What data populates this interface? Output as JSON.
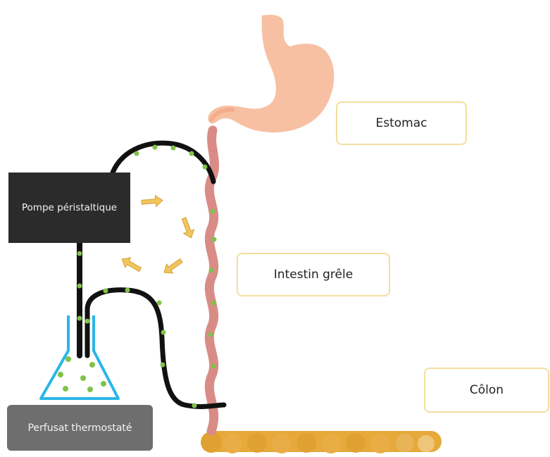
{
  "diagram": {
    "labels": {
      "stomach": "Estomac",
      "small_intestine": "Intestin grêle",
      "colon": "Côlon",
      "pump": "Pompe péristaltique",
      "bath": "Perfusat thermostaté"
    },
    "colors": {
      "stomach": "#f8c0a2",
      "intestine": "#d98c86",
      "colon": "#e6a93a",
      "tube": "#111111",
      "particles": "#7fc24a",
      "arrows": "#f2c45a",
      "flask": "#29b6e8",
      "pump_box": "#2b2b2b",
      "bath_box": "#6e6e6e",
      "label_border": "#f2dfa0"
    }
  }
}
